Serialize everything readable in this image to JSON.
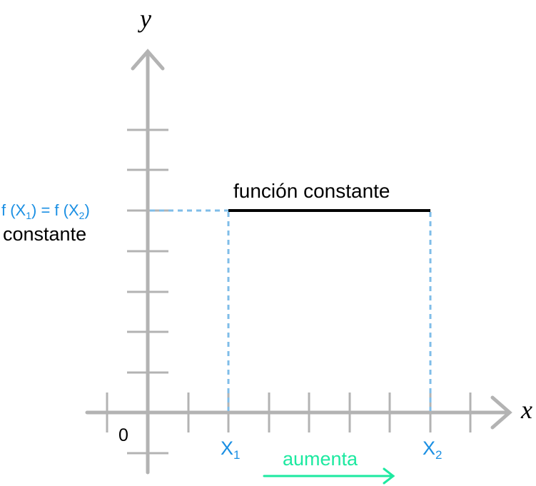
{
  "axes": {
    "x_label": "x",
    "y_label": "y",
    "origin_label": "0",
    "axis_color": "#b3b3b3"
  },
  "points": {
    "x1": {
      "base": "X",
      "sub": "1"
    },
    "x2": {
      "base": "X",
      "sub": "2"
    }
  },
  "y_value_label": {
    "part1": "f (X",
    "sub1": "1",
    "part2": ") = f (X",
    "sub2": "2",
    "part3": ")",
    "caption": "constante"
  },
  "function_label": "función constante",
  "direction_label": "aumenta",
  "colors": {
    "function_line": "#000000",
    "guide_lines": "#7fbde8",
    "point_labels": "#1a8fe3",
    "direction_arrow": "#1de9a0"
  }
}
